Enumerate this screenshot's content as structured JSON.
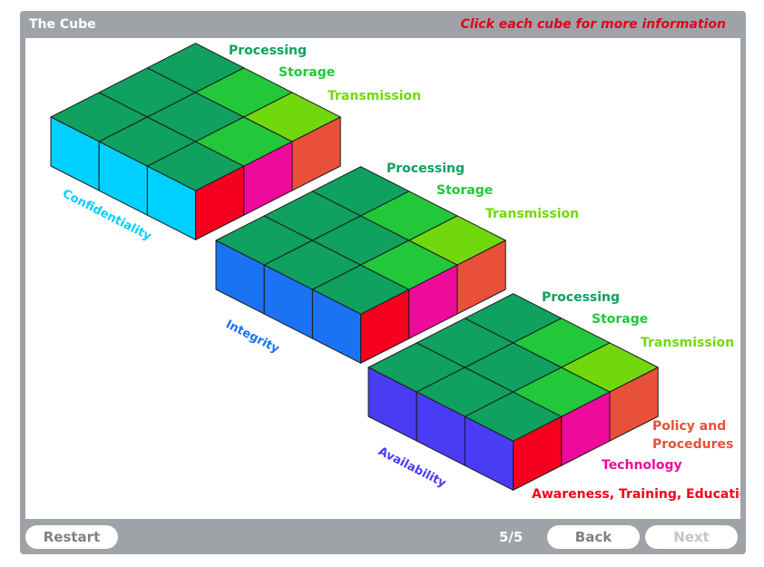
{
  "header": {
    "title": "The Cube",
    "hint": "Click each cube for more information"
  },
  "colors": {
    "chrome": "#9fa3a8",
    "hint": "#e3001b",
    "top_dark": "#10a060",
    "top_mid": "#22c83a",
    "top_light": "#72d80e",
    "confidentiality": "#00d0ff",
    "integrity": "#1a73f2",
    "availability": "#4a3cf5",
    "awareness": "#f5001e",
    "technology": "#ee0a9a",
    "policy": "#e8503a"
  },
  "cubes": [
    {
      "name": "confidentiality",
      "label": "Confidentiality",
      "processing": "Processing",
      "storage": "Storage",
      "transmission": "Transmission"
    },
    {
      "name": "integrity",
      "label": "Integrity",
      "processing": "Processing",
      "storage": "Storage",
      "transmission": "Transmission"
    },
    {
      "name": "availability",
      "label": "Availability",
      "processing": "Processing",
      "storage": "Storage",
      "transmission": "Transmission"
    }
  ],
  "measures": {
    "policy_line1": "Policy and",
    "policy_line2": "Procedures",
    "technology": "Technology",
    "awareness": "Awareness, Training, Education"
  },
  "footer": {
    "restart": "Restart",
    "page_indicator": "5/5",
    "back": "Back",
    "next": "Next"
  }
}
